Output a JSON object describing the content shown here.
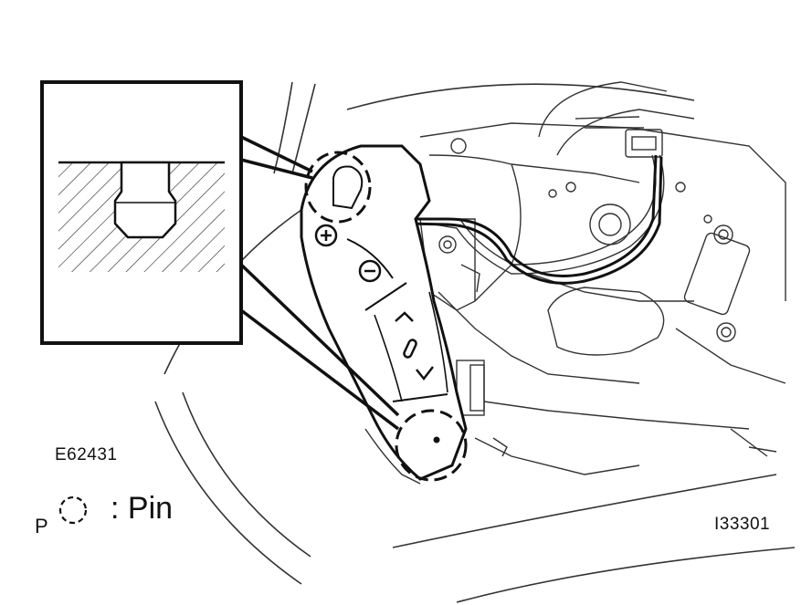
{
  "figure": {
    "figure_code": "E62431",
    "illustration_code": "I33301",
    "legend": {
      "letter": "P",
      "symbol": "pin-marker-icon",
      "text": ": Pin"
    },
    "button_symbols": [
      "+",
      "−",
      "^",
      "v"
    ]
  }
}
